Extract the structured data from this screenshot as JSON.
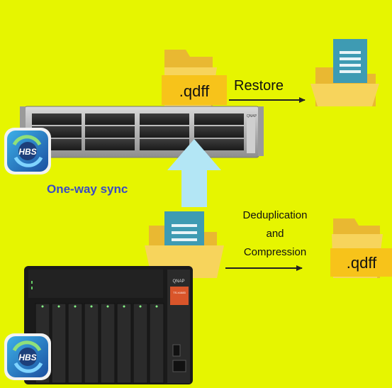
{
  "colors": {
    "background": "#e6f500",
    "sync_arrow": "#b3e6f5",
    "sync_label": "#3a4bc4",
    "folder_back": "#f0c040",
    "folder_front": "#f7d45c",
    "tag_fill": "#f7c31a",
    "doc_fill": "#3e9bb3",
    "hbs_blue": "#1e6fb5"
  },
  "labels": {
    "qdff_top": ".qdff",
    "restore": "Restore",
    "one_way_sync": "One-way sync",
    "dedup_line1": "Deduplication",
    "dedup_line2": "and",
    "dedup_line3": "Compression",
    "qdff_bottom": ".qdff",
    "hbs_top": "HBS",
    "hbs_bottom": "HBS",
    "brand_rack": "QNAP",
    "brand_tower": "QNAP",
    "tower_model": "TS-h1683"
  }
}
